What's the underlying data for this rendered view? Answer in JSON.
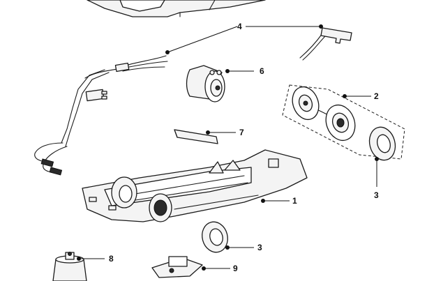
{
  "callouts": [
    {
      "id": "label-1",
      "text": "1"
    },
    {
      "id": "label-2",
      "text": "2"
    },
    {
      "id": "label-3a",
      "text": "3"
    },
    {
      "id": "label-3b",
      "text": "3"
    },
    {
      "id": "label-4",
      "text": "4"
    },
    {
      "id": "label-6",
      "text": "6"
    },
    {
      "id": "label-7",
      "text": "7"
    },
    {
      "id": "label-8",
      "text": "8"
    },
    {
      "id": "label-9",
      "text": "9"
    }
  ],
  "colors": {
    "ink": "#1a1a1a",
    "fill": "#f4f4f4",
    "background": "#ffffff"
  }
}
